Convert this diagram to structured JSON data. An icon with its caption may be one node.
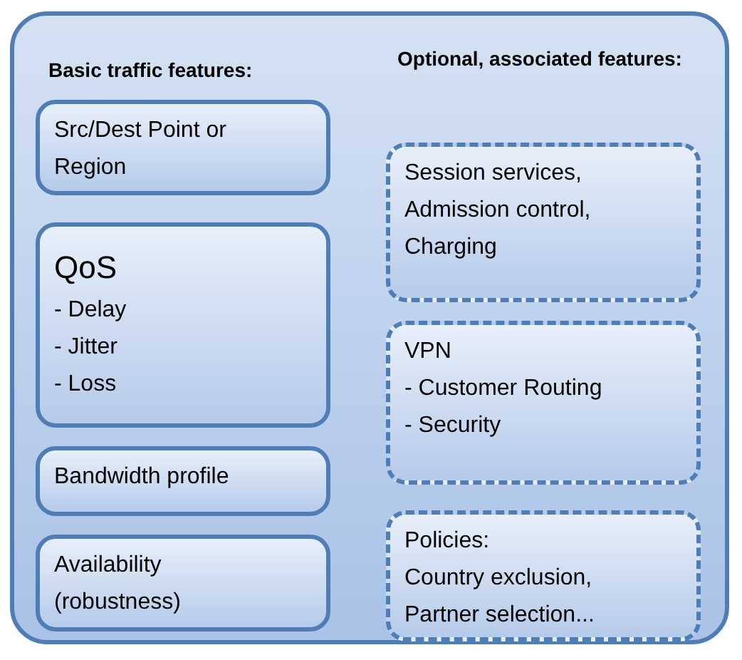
{
  "diagram": {
    "nodes": [
      {
        "text": [
          "Basic traffic features:",
          "Optional, associated features:"
        ]
      },
      {
        "text": [
          "Src/Dest Point or Region"
        ],
        "in": 0
      },
      {
        "text": [
          "QoS",
          "- Delay",
          "- Jitter",
          "- Loss"
        ],
        "in": 0
      },
      {
        "text": [
          "Bandwidth profile"
        ],
        "in": 0
      },
      {
        "text": [
          "Availability (robustness)"
        ],
        "in": 0
      },
      {
        "text": [
          "Session services, Admission control, Charging"
        ],
        "in": 0
      },
      {
        "text": [
          "VPN",
          "- Customer Routing",
          "- Security"
        ],
        "in": 0
      },
      {
        "text": [
          "Policies:",
          "Country exclusion,",
          "Partner selection..."
        ],
        "in": 0
      }
    ]
  }
}
